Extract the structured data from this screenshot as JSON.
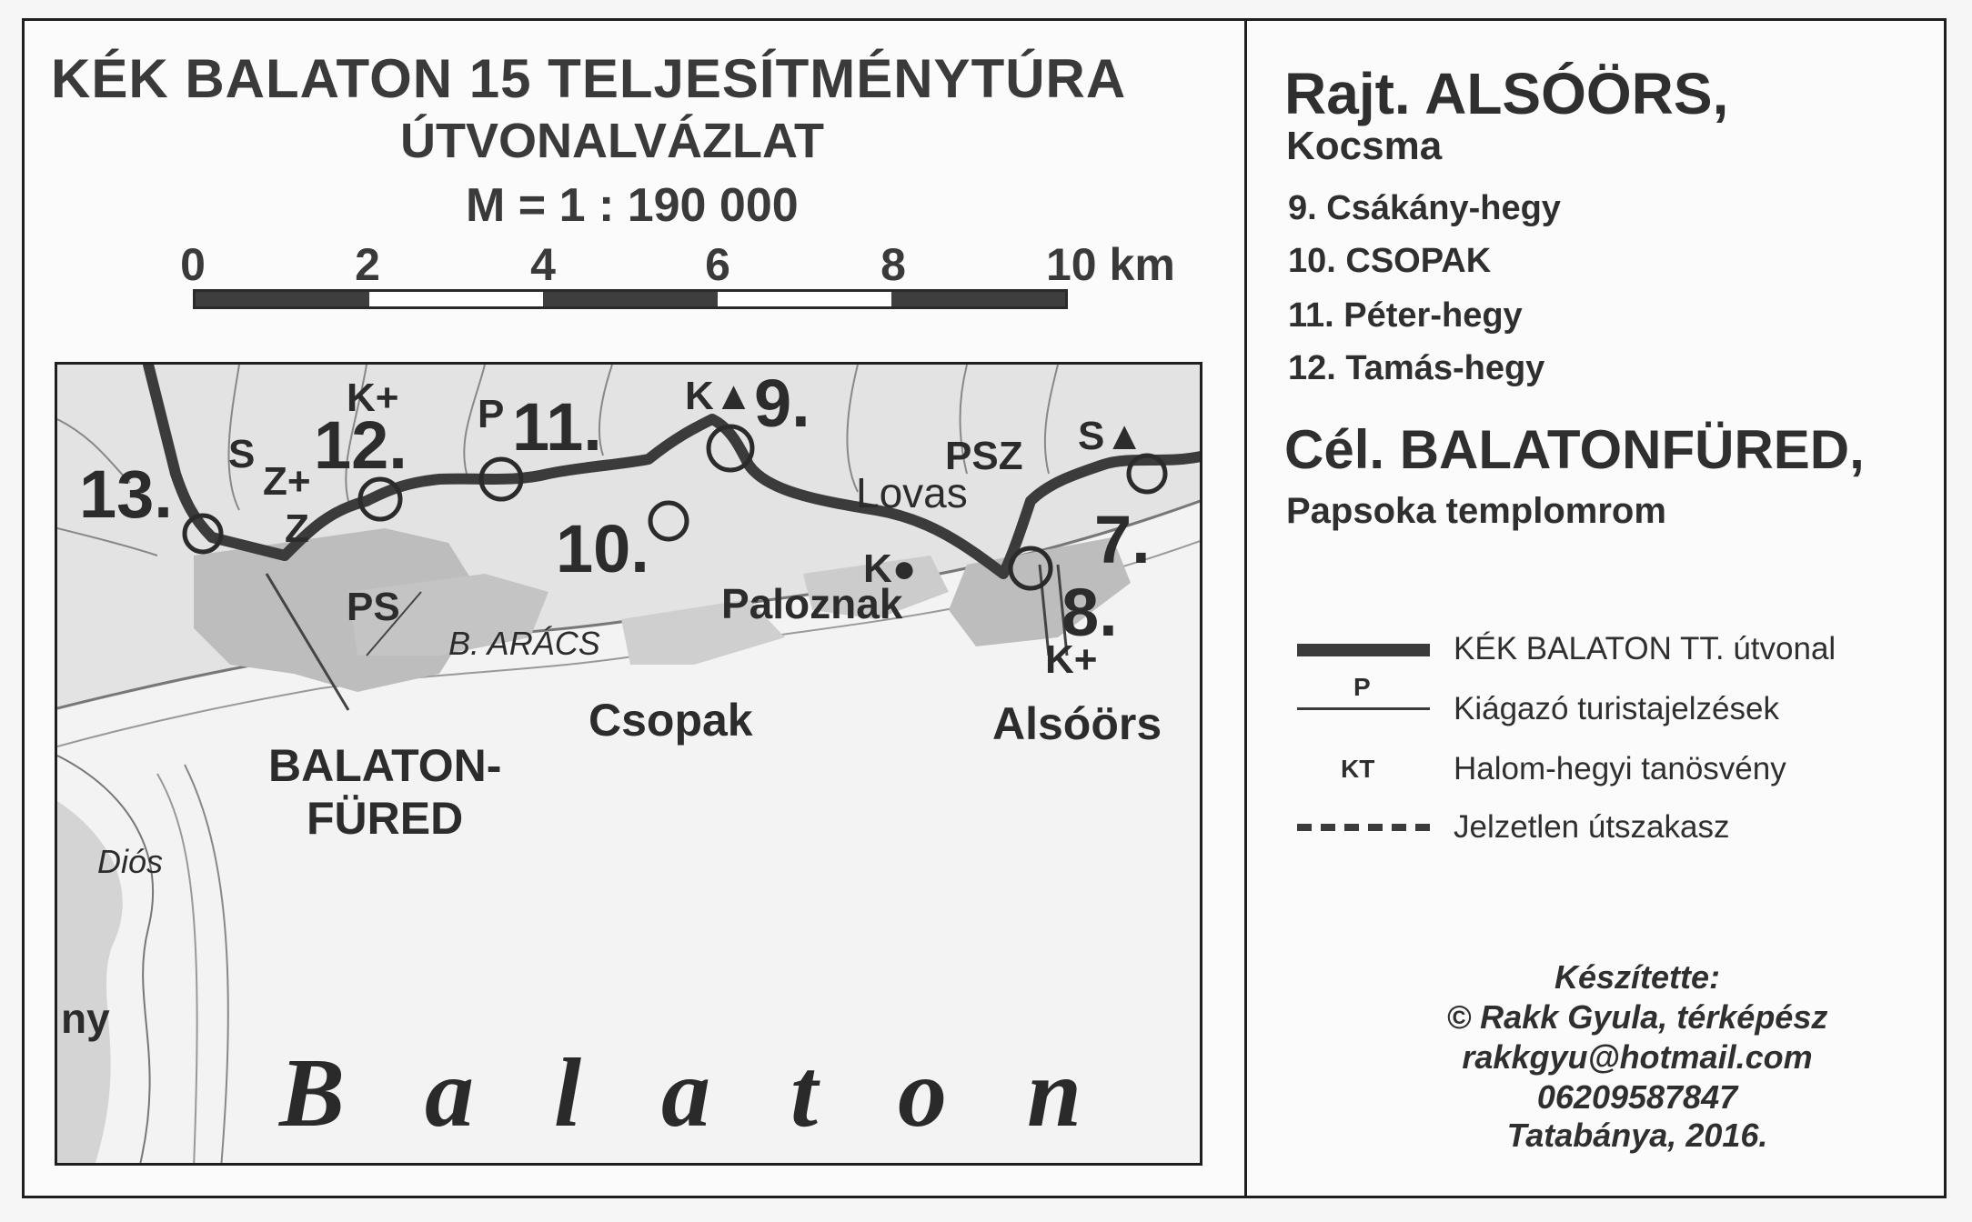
{
  "header": {
    "title": "KÉK BALATON 15   TELJESÍTMÉNYTÚRA",
    "subtitle": "ÚTVONALVÁZLAT",
    "scale": "M = 1 : 190 000",
    "scale_labels": [
      "0",
      "2",
      "4",
      "6",
      "8",
      "10 km"
    ]
  },
  "map": {
    "waypoints": [
      "7.",
      "8.",
      "9.",
      "10.",
      "11.",
      "12.",
      "13."
    ],
    "towns": {
      "balatonfured_1": "BALATON-",
      "balatonfured_2": "FÜRED",
      "csopak": "Csopak",
      "alsoors": "Alsóörs",
      "paloznak": "Paloznak",
      "lovas": "Lovas",
      "aracs": "B. ARÁCS",
      "dios": "Diós",
      "edge_ny": "ny"
    },
    "markers": [
      "K+",
      "K▲",
      "S▲",
      "P",
      "S",
      "Z+",
      "Z",
      "PS",
      "PSZ",
      "K●",
      "K+"
    ],
    "lake": "Balaton"
  },
  "panel": {
    "start_prefix": "Rajt.",
    "start_place": "ALSÓÖRS,",
    "start_sub": "Kocsma",
    "stops": [
      "9. Csákány-hegy",
      "10. CSOPAK",
      "11. Péter-hegy",
      "12. Tamás-hegy"
    ],
    "finish": "Cél. BALATONFÜRED,",
    "finish_sub": "Papsoka templomrom"
  },
  "legend": [
    {
      "symbol": "",
      "text": "KÉK BALATON  TT. útvonal"
    },
    {
      "symbol": "P",
      "text": "Kiágazó turistajelzések"
    },
    {
      "symbol": "KT",
      "text": "Halom-hegyi tanösvény"
    },
    {
      "symbol": "",
      "text": "Jelzetlen útszakasz"
    }
  ],
  "credits": {
    "made_by": "Készítette:",
    "author": "© Rakk Gyula, térképész",
    "email": "rakkgyu@hotmail.com",
    "phone": "06209587847",
    "place_year": "Tatabánya, 2016."
  },
  "colors": {
    "route": "#3b3b3b",
    "urban": "#bdbdbd",
    "land": "#e3e3e3",
    "water": "#f4f4f4",
    "ink": "#2b2b2b"
  }
}
